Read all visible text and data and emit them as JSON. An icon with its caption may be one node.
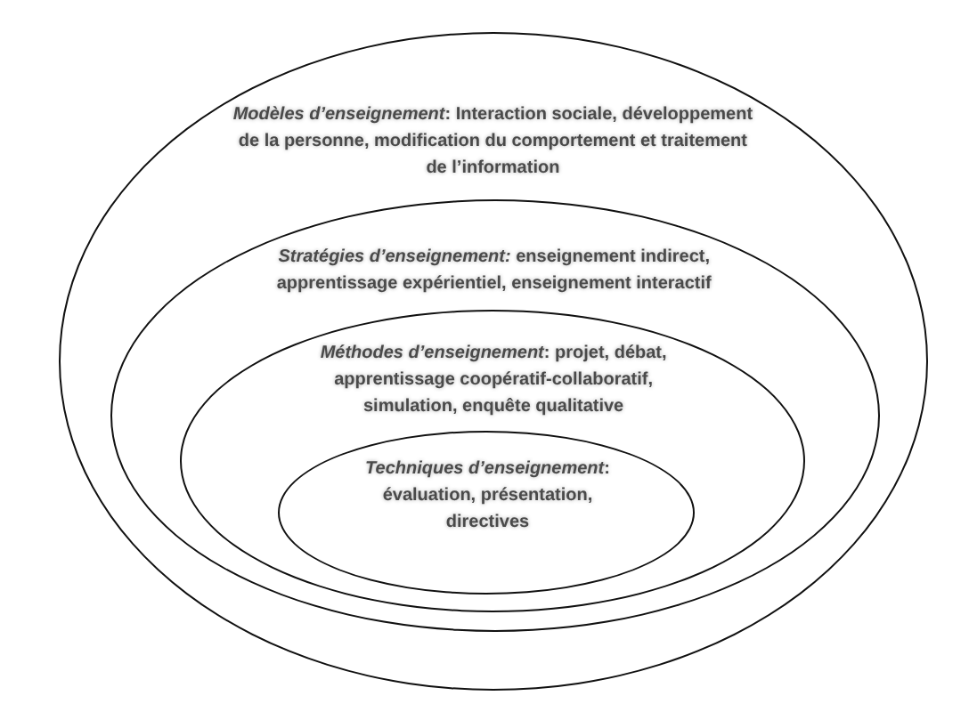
{
  "diagram": {
    "nodes": [
      {
        "text": [
          "*Modèles d’enseignement*: Interaction sociale, développement de la personne, modification du comportement et traitement de l’information"
        ]
      },
      {
        "text": [
          "*Stratégies d’enseignement:* enseignement indirect, apprentissage expérientiel, enseignement interactif"
        ],
        "in": 0
      },
      {
        "text": [
          "*Méthodes d’enseignement*: projet, débat, apprentissage coopératif-collaboratif, simulation, enquête qualitative"
        ],
        "in": 1
      },
      {
        "text": [
          "*Techniques d’enseignement*: évaluation, présentation, directives"
        ],
        "in": 2
      }
    ]
  }
}
